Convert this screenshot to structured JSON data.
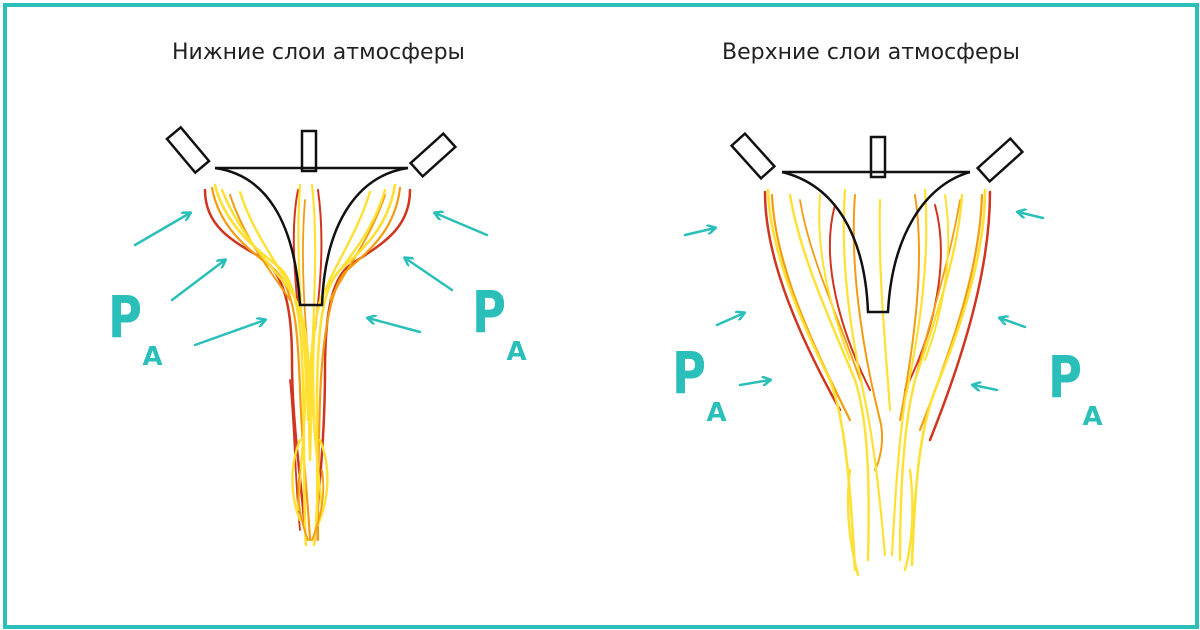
{
  "panels": [
    {
      "title": "Нижние слои атмосферы",
      "pressure_label": "P",
      "pressure_subscript": "A"
    },
    {
      "title": "Верхние слои атмосферы",
      "pressure_label": "P",
      "pressure_subscript": "A"
    }
  ],
  "colors": {
    "border": "#2bbfba",
    "arrow": "#2bbfba",
    "flame_yellow": "#ffe033",
    "flame_orange": "#f39c12",
    "flame_red": "#d0351f",
    "nozzle": "#111111"
  }
}
